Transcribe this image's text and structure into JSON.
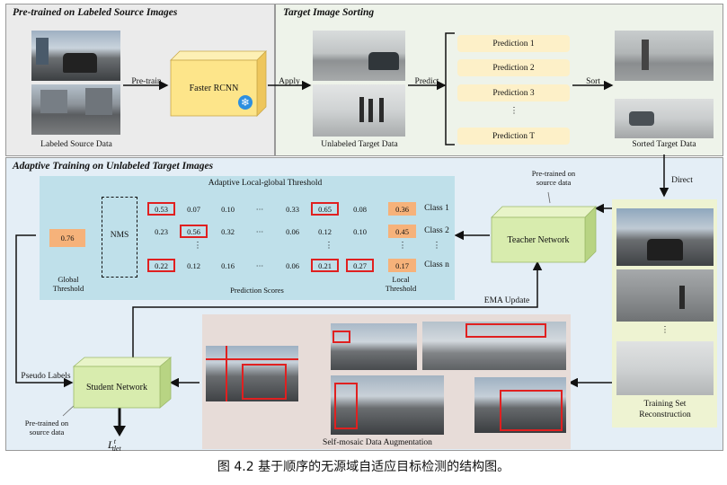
{
  "panels": {
    "pretrained_title": "Pre-trained on Labeled Source Images",
    "sorting_title": "Target Image Sorting",
    "adaptive_title": "Adaptive Training on Unlabeled Target Images"
  },
  "top": {
    "labeled_source": "Labeled Source Data",
    "pretrain_arrow": "Pre-train",
    "faster_rcnn": "Faster RCNN",
    "apply_arrow": "Apply",
    "unlabeled_target": "Unlabeled Target Data",
    "predict_arrow": "Predict",
    "predictions": [
      "Prediction   1",
      "Prediction   2",
      "Prediction   3",
      "Prediction   T"
    ],
    "ellipsis": "⋮",
    "sort_arrow": "Sort",
    "sorted_target": "Sorted Target Data"
  },
  "threshold": {
    "title": "Adaptive Local-global Threshold",
    "global_value": "0.76",
    "global_label": "Global\nThreshold",
    "nms": "NMS",
    "rows": [
      [
        "0.53",
        "0.07",
        "0.10",
        "···",
        "0.33",
        "0.65",
        "0.08"
      ],
      [
        "0.23",
        "0.56",
        "0.32",
        "···",
        "0.06",
        "0.12",
        "0.10"
      ],
      [
        "0.22",
        "0.12",
        "0.16",
        "···",
        "0.06",
        "0.21",
        "0.27"
      ]
    ],
    "local_values": [
      "0.36",
      "0.45",
      "0.17"
    ],
    "classes": [
      "Class 1",
      "Class 2",
      "Class n"
    ],
    "prediction_scores": "Prediction Scores",
    "local_label": "Local\nThreshold"
  },
  "bottom": {
    "direct_arrow": "Direct",
    "teacher_pretrained": "Pre-trained on\nsource data",
    "teacher": "Teacher Network",
    "ema_update": "EMA Update",
    "student": "Student Network",
    "pseudo_labels": "Pseudo Labels",
    "student_pretrained": "Pre-trained on\nsource data",
    "loss_main": "L",
    "loss_sup": "t",
    "loss_sub": "det",
    "self_mosaic": "Self-mosaic Data Augmentation",
    "training_set": "Training Set\nReconstruction"
  },
  "caption": "图 4.2   基于顺序的无源域自适应目标检测的结构图。",
  "colors": {
    "pretrain_bg": "#ebebeb",
    "sorting_bg": "#eef3ea",
    "adaptive_bg": "#e4eef6",
    "threshold_bg": "#bfe0ea",
    "box_green": "#d8ecae",
    "box_yellow": "#fde58a",
    "mosaic_bg": "#e7dcd8",
    "training_bg": "#eef3d2",
    "red": "#e02020",
    "orange": "#f6b27a"
  }
}
